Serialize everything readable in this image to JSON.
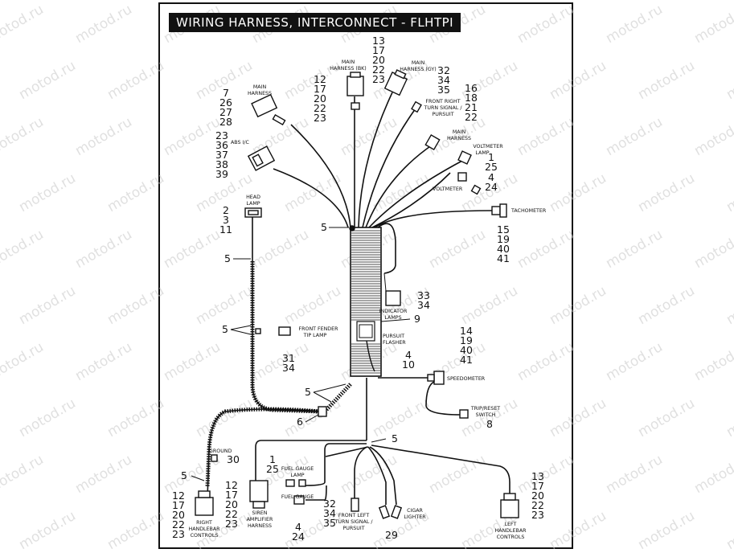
{
  "title": "WIRING HARNESS,   INTERCONNECT - FLHTPI",
  "watermark": "motod.ru",
  "components": {
    "main_harness_bk": {
      "label": [
        "MAIN",
        "HARNESS (BK)"
      ],
      "refs": [
        "12",
        "17",
        "20",
        "22",
        "23"
      ]
    },
    "main_harness_gy": {
      "label": [
        "MAIN",
        "HARNESS (GY)"
      ],
      "refs_top": [
        "13",
        "17",
        "20",
        "22",
        "23"
      ],
      "refs_side": [
        "32",
        "34",
        "35"
      ]
    },
    "main_harness_left": {
      "label": [
        "MAIN",
        "HARNESS"
      ],
      "refs": [
        "7",
        "26",
        "27",
        "28"
      ]
    },
    "abs_ic": {
      "label": [
        "ABS I/C"
      ],
      "refs": [
        "23",
        "36",
        "37",
        "38",
        "39"
      ]
    },
    "front_right_turn": {
      "label": [
        "FRONT RIGHT",
        "TURN SIGNAL /",
        "PURSUIT"
      ],
      "refs": [
        "16",
        "18",
        "21",
        "22"
      ]
    },
    "main_harness_right": {
      "label": [
        "MAIN",
        "HARNESS"
      ]
    },
    "voltmeter_lamp": {
      "label": [
        "VOLTMETER",
        "LAMP"
      ],
      "refs": [
        "1",
        "25"
      ]
    },
    "voltmeter": {
      "label": [
        "VOLTMETER"
      ],
      "refs": [
        "4",
        "24"
      ]
    },
    "tachometer": {
      "label": [
        "TACHOMETER"
      ],
      "refs": [
        "15",
        "19",
        "40",
        "41"
      ]
    },
    "head_lamp": {
      "label": [
        "HEAD",
        "LAMP"
      ],
      "refs": [
        "2",
        "3",
        "11"
      ]
    },
    "indicator_lamps": {
      "label": [
        "INDICATOR",
        "LAMPS"
      ],
      "refs": [
        "33",
        "34"
      ]
    },
    "front_fender_tip_lamp": {
      "label": [
        "FRONT FENDER",
        "TIP LAMP"
      ],
      "refs": [
        "31",
        "34"
      ]
    },
    "pursuit_flasher": {
      "label": [
        "PURSUIT",
        "FLASHER"
      ],
      "refs": [
        "4",
        "10"
      ]
    },
    "speedometer": {
      "label": [
        "SPEEDOMETER"
      ],
      "refs": [
        "14",
        "19",
        "40",
        "41"
      ]
    },
    "trip_reset_switch": {
      "label": [
        "TRIP/RESET",
        "SWITCH"
      ],
      "refs": [
        "8"
      ]
    },
    "ground": {
      "label": [
        "GROUND"
      ],
      "refs": [
        "30"
      ]
    },
    "fuel_gauge_lamp": {
      "label": [
        "FUEL GAUGE",
        "LAMP"
      ],
      "refs": [
        "1",
        "25"
      ]
    },
    "fuel_gauge": {
      "label": [
        "FUEL GAUGE"
      ],
      "refs": [
        "4",
        "24"
      ]
    },
    "siren_amplifier": {
      "label": [
        "SIREN",
        "AMPLIFIER",
        "HARNESS"
      ],
      "refs": [
        "12",
        "17",
        "20",
        "22",
        "23"
      ]
    },
    "right_handlebar": {
      "label": [
        "RIGHT",
        "HANDLEBAR",
        "CONTROLS"
      ],
      "refs": [
        "12",
        "17",
        "20",
        "22",
        "23"
      ]
    },
    "front_left_turn": {
      "label": [
        "FRONT LEFT",
        "TURN SIGNAL /",
        "PURSUIT"
      ],
      "refs": [
        "32",
        "34",
        "35"
      ]
    },
    "cigar_lighter": {
      "label": [
        "CIGAR",
        "LIGHTER"
      ],
      "refs": [
        "29"
      ]
    },
    "left_handlebar": {
      "label": [
        "LEFT",
        "HANDLEBAR",
        "CONTROLS"
      ],
      "refs": [
        "13",
        "17",
        "20",
        "22",
        "23"
      ]
    }
  },
  "ref_5": "5",
  "ref_6": "6",
  "ref_9": "9"
}
